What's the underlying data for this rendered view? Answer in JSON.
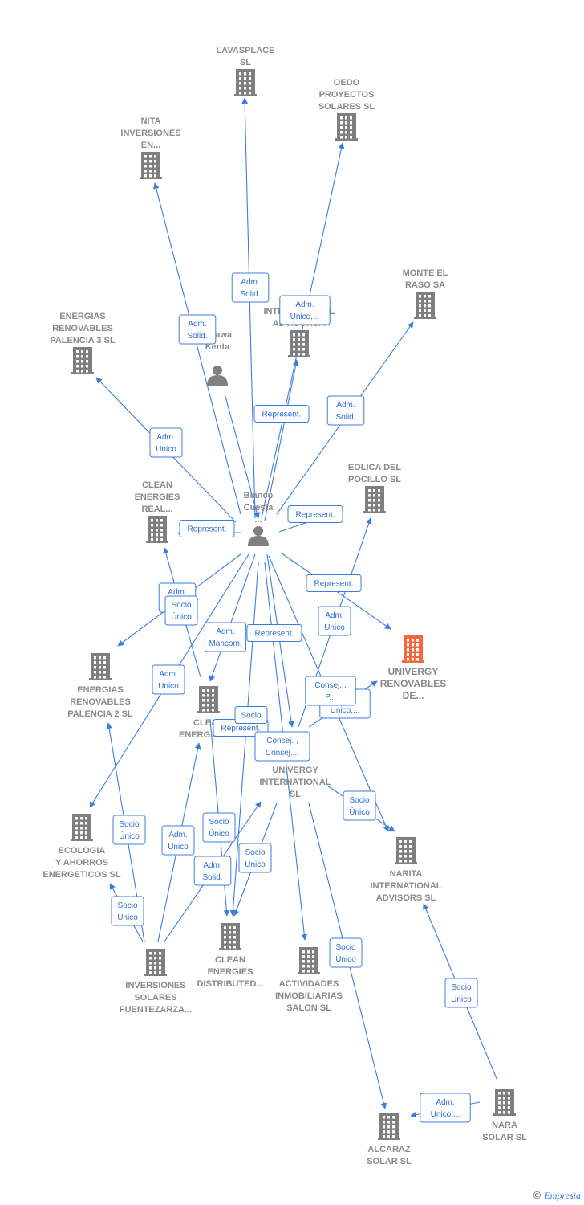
{
  "colors": {
    "edge": "#3b7ddd",
    "company": "#7f7f7f",
    "main_company": "#f26a3d",
    "person": "#7f7f7f",
    "label": "#8a8a8a"
  },
  "nodes": [
    {
      "id": "lavasplace",
      "type": "company",
      "label": [
        "LAVASPLACE",
        "SL"
      ]
    },
    {
      "id": "oedo",
      "type": "company",
      "label": [
        "OEDO",
        "PROYECTOS",
        "SOLARES  SL"
      ]
    },
    {
      "id": "nita",
      "type": "company",
      "label": [
        "NITA",
        "INVERSIONES",
        "EN..."
      ]
    },
    {
      "id": "monte",
      "type": "company",
      "label": [
        "MONTE EL",
        "RASO SA"
      ]
    },
    {
      "id": "ginza",
      "type": "company",
      "label": [
        "GINZA",
        "INTERNATIONAL",
        "ADVISORS..."
      ]
    },
    {
      "id": "ep3",
      "type": "company",
      "label": [
        "ENERGIAS",
        "RENOVABLES",
        "PALENCIA 3 SL"
      ]
    },
    {
      "id": "kenta",
      "type": "person",
      "label": [
        "...kawa",
        "Kenta"
      ]
    },
    {
      "id": "eolica",
      "type": "company",
      "label": [
        "EOLICA DEL",
        "POCILLO SL"
      ]
    },
    {
      "id": "cer",
      "type": "company",
      "label": [
        "CLEAN",
        "ENERGIES",
        "REAL..."
      ]
    },
    {
      "id": "blanco",
      "type": "person",
      "label": [
        "Blanco",
        "Cuesta",
        "..."
      ]
    },
    {
      "id": "univergy_ren",
      "type": "main",
      "label": [
        "UNIVERGY",
        "RENOVABLES",
        "DE..."
      ]
    },
    {
      "id": "ep2",
      "type": "company",
      "label": [
        "ENERGIAS",
        "RENOVABLES",
        "PALENCIA 2 SL"
      ]
    },
    {
      "id": "ce_sl",
      "type": "company",
      "label": [
        "CLEAN",
        "ENERGIES SL"
      ]
    },
    {
      "id": "univergy_int",
      "type": "company",
      "label": [
        "UNIVERGY",
        "INTERNATIONAL",
        "SL"
      ]
    },
    {
      "id": "ecologia",
      "type": "company",
      "label": [
        "ECOLOGIA",
        "Y AHORROS",
        "ENERGETICOS SL"
      ]
    },
    {
      "id": "narita",
      "type": "company",
      "label": [
        "NARITA",
        "INTERNATIONAL",
        "ADVISORS  SL"
      ]
    },
    {
      "id": "inv_solares",
      "type": "company",
      "label": [
        "INVERSIONES",
        "SOLARES",
        "FUENTEZARZA..."
      ]
    },
    {
      "id": "ce_dist",
      "type": "company",
      "label": [
        "CLEAN",
        "ENERGIES",
        "DISTRIBUTED..."
      ]
    },
    {
      "id": "actividades",
      "type": "company",
      "label": [
        "ACTIVIDADES",
        "INMOBILIARIAS",
        "SALON SL"
      ]
    },
    {
      "id": "alcaraz",
      "type": "company",
      "label": [
        "ALCARAZ",
        "SOLAR SL"
      ]
    },
    {
      "id": "nara",
      "type": "company",
      "label": [
        "NARA",
        "SOLAR  SL"
      ]
    }
  ],
  "edges": [
    {
      "from": "blanco",
      "to": "lavasplace",
      "label": [
        "Adm.",
        "Solid."
      ]
    },
    {
      "from": "blanco",
      "to": "nita",
      "label": [
        "Adm.",
        "Solid."
      ]
    },
    {
      "from": "blanco",
      "to": "oedo",
      "label": [
        "Adm.",
        "Unico,..."
      ]
    },
    {
      "from": "blanco",
      "to": "ginza",
      "label": [
        "Represent."
      ]
    },
    {
      "from": "blanco",
      "to": "monte",
      "label": [
        "Adm.",
        "Solid."
      ]
    },
    {
      "from": "blanco",
      "to": "ep3",
      "label": [
        "Adm.",
        "Unico"
      ]
    },
    {
      "from": "blanco",
      "to": "eolica",
      "label": [
        "Represent."
      ]
    },
    {
      "from": "blanco",
      "to": "cer",
      "label": [
        "Represent."
      ]
    },
    {
      "from": "blanco",
      "to": "univergy_ren",
      "label": [
        "Represent."
      ]
    },
    {
      "from": "blanco",
      "to": "ep2",
      "label": [
        "Adm.",
        "Solid."
      ]
    },
    {
      "from": "blanco",
      "to": "ce_sl",
      "label": [
        "Adm.",
        "Mancom."
      ]
    },
    {
      "from": "blanco",
      "to": "univergy_int",
      "label": [
        "Represent."
      ]
    },
    {
      "from": "blanco",
      "to": "ecologia",
      "label": [
        "Adm.",
        "Unico"
      ]
    },
    {
      "from": "blanco",
      "to": "ce_dist",
      "label": [
        "Represent."
      ]
    },
    {
      "from": "blanco",
      "to": "actividades",
      "label": [
        "Consej. ,",
        "Consej...."
      ]
    },
    {
      "from": "blanco",
      "to": "narita",
      "label": [
        "Adm.",
        "Unico,..."
      ]
    },
    {
      "from": "univergy_int",
      "to": "eolica",
      "label": [
        "Adm.",
        "Unico"
      ]
    },
    {
      "from": "univergy_int",
      "to": "univergy_ren",
      "label": [
        "Consej. ,",
        "P..."
      ]
    },
    {
      "from": "univergy_int",
      "to": "narita",
      "label": [
        "Socio",
        "Único"
      ]
    },
    {
      "from": "univergy_int",
      "to": "ce_dist",
      "label": [
        "Socio",
        "Único"
      ]
    },
    {
      "from": "univergy_int",
      "to": "alcaraz",
      "label": [
        "Socio",
        "Único"
      ]
    },
    {
      "from": "ce_sl",
      "to": "cer",
      "label": [
        "Socio",
        "Único"
      ]
    },
    {
      "from": "inv_solares",
      "to": "ep2",
      "label": [
        "Socio",
        "Único"
      ]
    },
    {
      "from": "inv_solares",
      "to": "ecologia",
      "label": [
        "Socio",
        "Único"
      ]
    },
    {
      "from": "inv_solares",
      "to": "ce_sl",
      "label": [
        "Adm.",
        "Unico"
      ]
    },
    {
      "from": "inv_solares",
      "to": "univergy_int",
      "label": [
        "Adm.",
        "Solid."
      ]
    },
    {
      "from": "ce_sl",
      "to": "ce_dist",
      "label": [
        "Socio",
        "Único"
      ]
    },
    {
      "from": "nara",
      "to": "narita",
      "label": [
        "Socio",
        "Único"
      ]
    },
    {
      "from": "nara",
      "to": "alcaraz",
      "label": [
        "Adm.",
        "Unico,..."
      ]
    },
    {
      "from": "kenta",
      "to": "ce_dist",
      "label": [
        "Socio"
      ]
    }
  ],
  "footer": {
    "copyright": "©",
    "brand": "Empresia"
  }
}
